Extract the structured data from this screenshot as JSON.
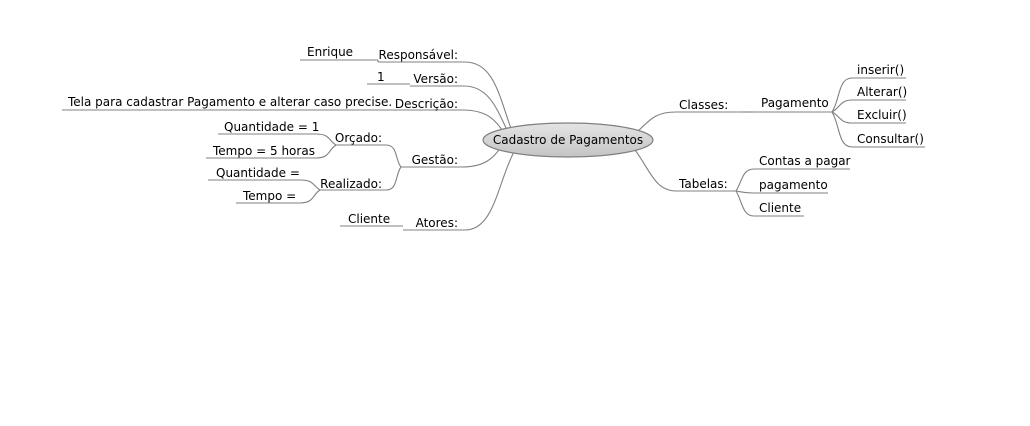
{
  "center": {
    "label": "Cadastro de Pagamentos"
  },
  "left": {
    "responsavel": {
      "label": "Responsável:",
      "value": "Enrique"
    },
    "versao": {
      "label": "Versão:",
      "value": "1"
    },
    "descricao": {
      "label": "Descrição:",
      "value": "Tela para cadastrar Pagamento e alterar caso precise."
    },
    "gestao": {
      "label": "Gestão:",
      "orcado": {
        "label": "Orçado:",
        "quantidade": "Quantidade = 1",
        "tempo": "Tempo = 5 horas"
      },
      "realizado": {
        "label": "Realizado:",
        "quantidade": "Quantidade =",
        "tempo": "Tempo ="
      }
    },
    "atores": {
      "label": "Atores:",
      "value": "Cliente"
    }
  },
  "right": {
    "classes": {
      "label": "Classes:",
      "pagamento": {
        "label": "Pagamento",
        "methods": [
          "inserir()",
          "Alterar()",
          "Excluir()",
          "Consultar()"
        ]
      }
    },
    "tabelas": {
      "label": "Tabelas:",
      "items": [
        "Contas a pagar",
        "pagamento",
        "Cliente"
      ]
    }
  },
  "colors": {
    "line": "#808080",
    "center_fill": "#d3d3d3",
    "text": "#000000"
  }
}
